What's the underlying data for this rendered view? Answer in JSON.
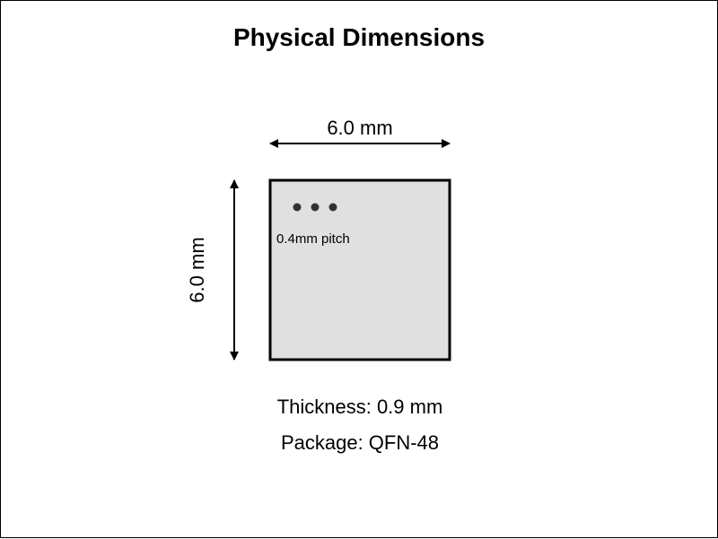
{
  "title": "Physical Dimensions",
  "package_body": {
    "width_label": "6.0 mm",
    "height_label": "6.0 mm",
    "fill_color": "#e0e0e0",
    "stroke_color": "#000000",
    "pin_dot_color": "#333333",
    "pitch_label": "0.4mm pitch"
  },
  "specs": {
    "thickness": "Thickness: 0.9 mm",
    "package": "Package: QFN-48"
  }
}
